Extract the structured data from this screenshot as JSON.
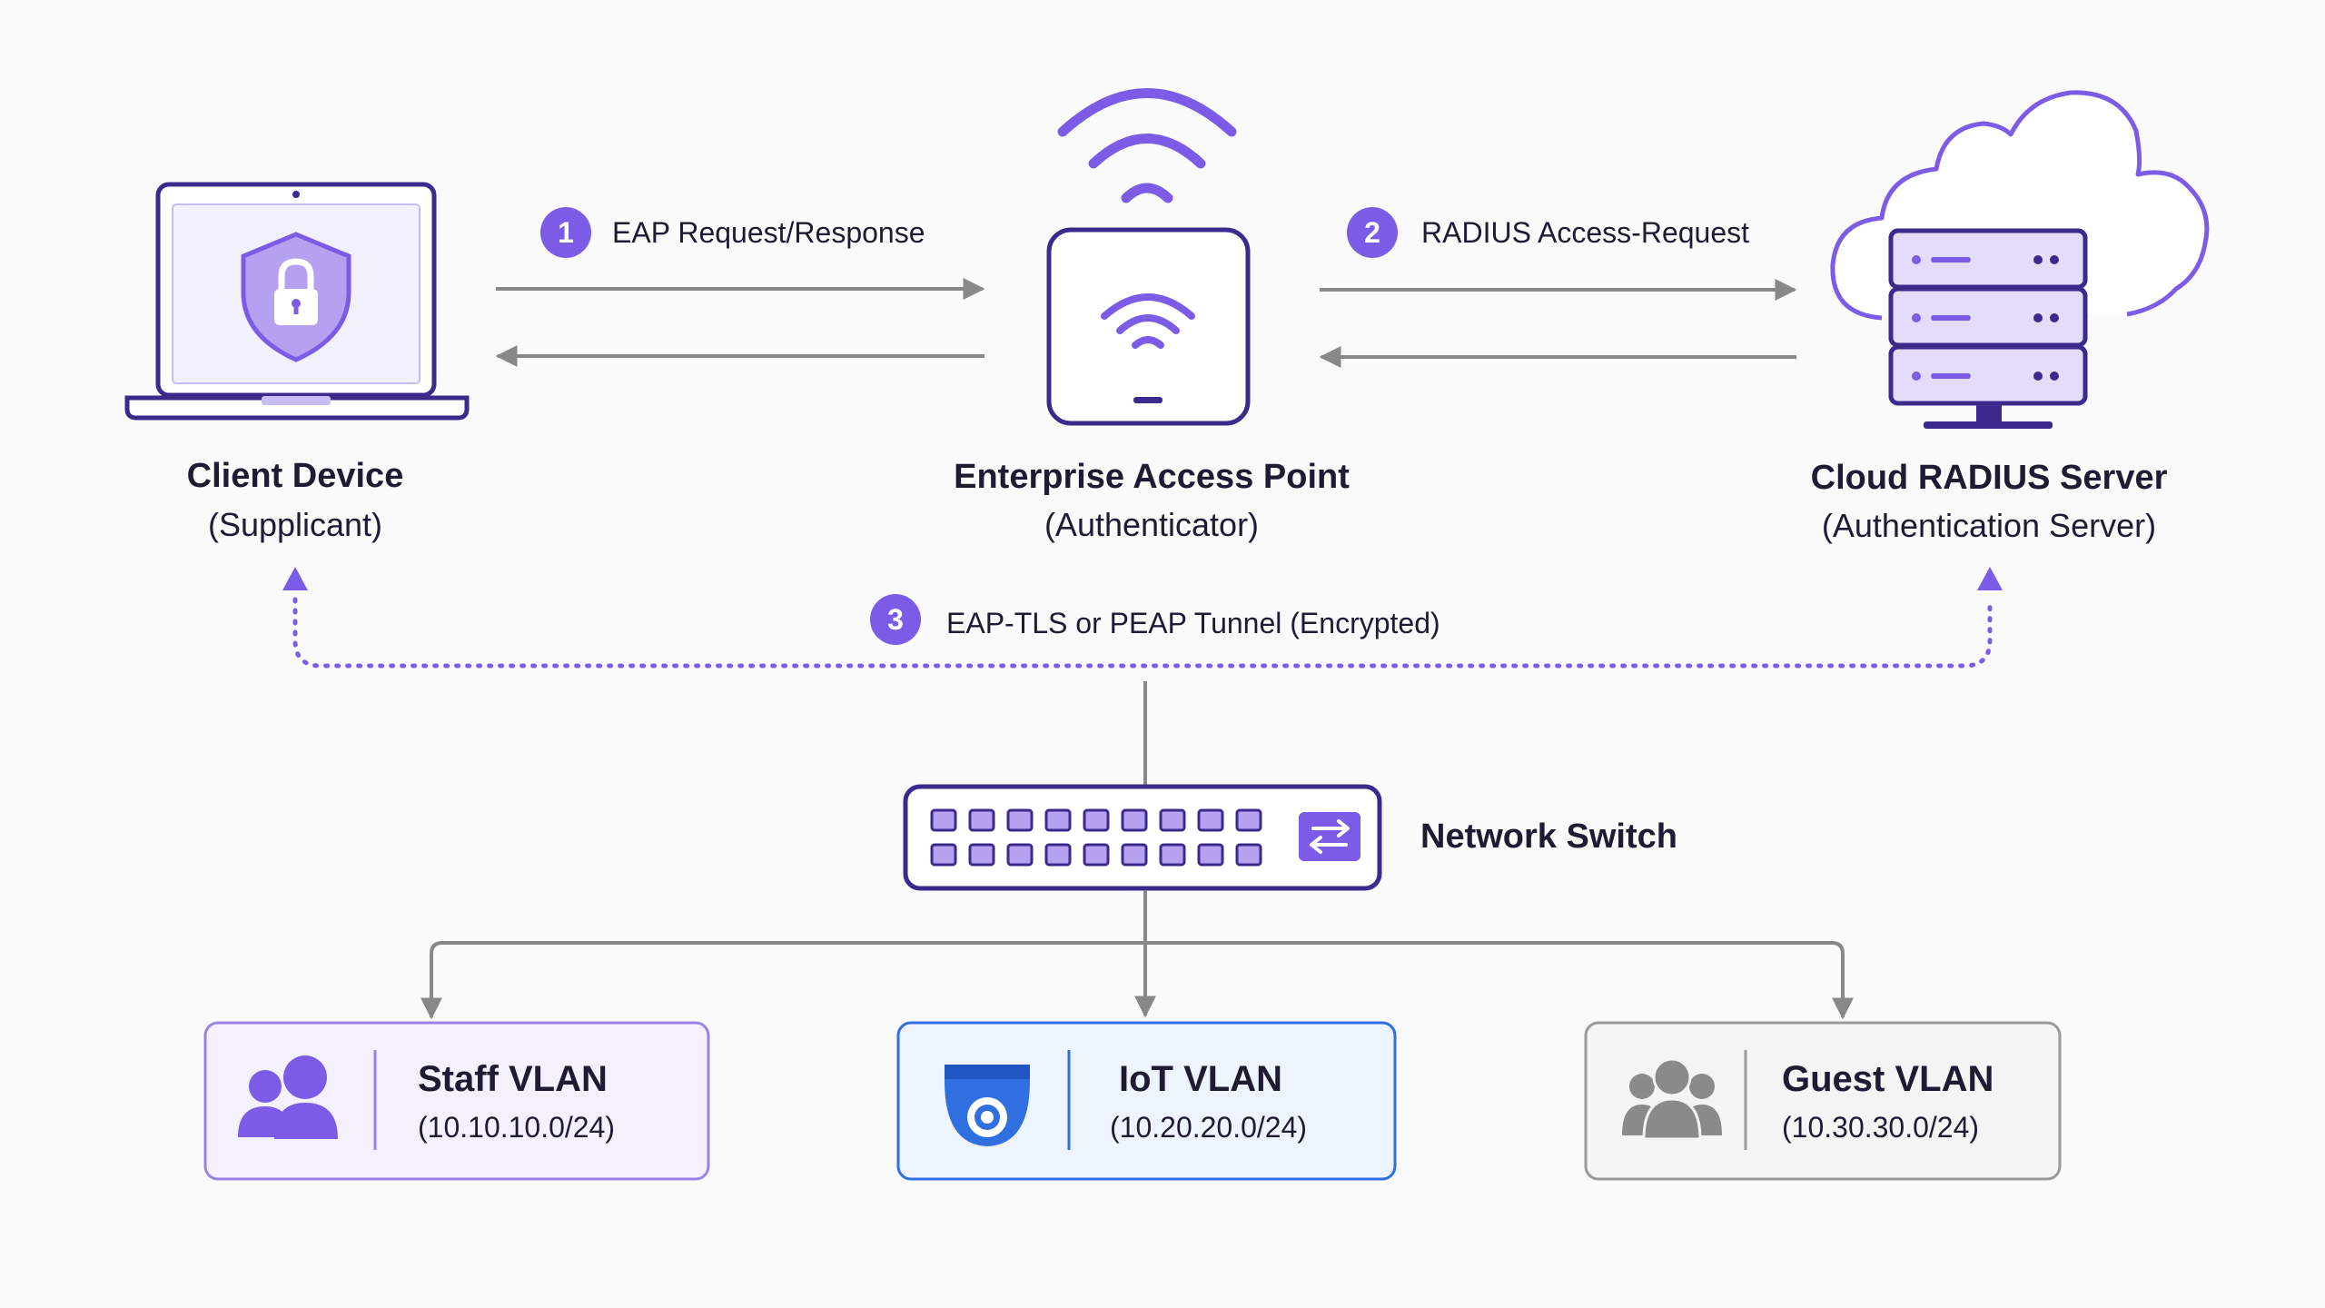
{
  "colors": {
    "accent": "#7c5ce6",
    "accent_dark": "#4a2fa8",
    "accent_fill": "#e4dcfb",
    "arrow": "#888888",
    "iot_blue": "#2f6fe0",
    "guest_gray": "#8a8a8a"
  },
  "nodes": {
    "client": {
      "title": "Client Device",
      "subtitle": "(Supplicant)",
      "icon": "laptop-shield-icon"
    },
    "access_point": {
      "title": "Enterprise Access Point",
      "subtitle": "(Authenticator)",
      "icon": "wireless-access-point-icon"
    },
    "radius": {
      "title": "Cloud RADIUS Server",
      "subtitle": "(Authentication Server)",
      "icon": "cloud-server-icon"
    },
    "switch": {
      "title": "Network Switch",
      "icon": "network-switch-icon"
    }
  },
  "steps": [
    {
      "number": "1",
      "label": "EAP Request/Response"
    },
    {
      "number": "2",
      "label": "RADIUS Access-Request"
    },
    {
      "number": "3",
      "label": "EAP-TLS or PEAP Tunnel (Encrypted)"
    }
  ],
  "vlans": [
    {
      "name": "Staff VLAN",
      "subnet": "(10.10.10.0/24)",
      "icon": "users-icon"
    },
    {
      "name": "IoT VLAN",
      "subnet": "(10.20.20.0/24)",
      "icon": "security-camera-icon"
    },
    {
      "name": "Guest VLAN",
      "subnet": "(10.30.30.0/24)",
      "icon": "group-icon"
    }
  ]
}
